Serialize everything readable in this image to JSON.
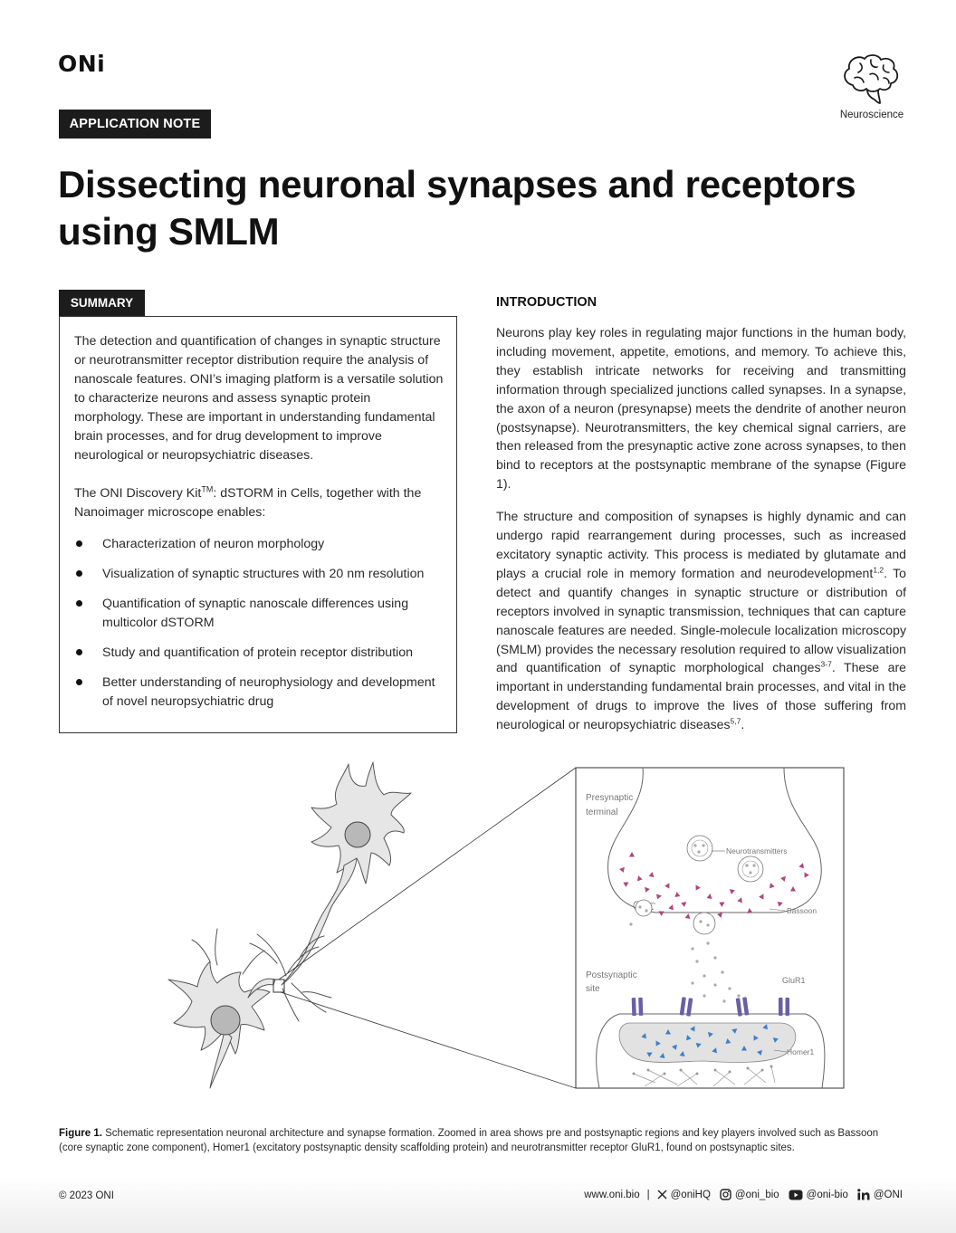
{
  "header": {
    "logo": "ONi",
    "category": "Neuroscience",
    "tag": "APPLICATION NOTE",
    "title": "Dissecting neuronal synapses and receptors using SMLM"
  },
  "summary": {
    "tag": "SUMMARY",
    "paragraph1": "The detection and quantification of changes in synaptic structure or neurotransmitter receptor distribution require the analysis of nanoscale features. ONI’s imaging platform is a versatile solution to characterize neurons and assess synaptic protein morphology. These are important in understanding fundamental brain processes, and for drug development to improve neurological or neuropsychiatric diseases.",
    "kit_intro_a": "The ONI Discovery Kit",
    "kit_intro_tm": "TM",
    "kit_intro_b": ": dSTORM in Cells, together with the Nanoimager microscope enables:",
    "bullets": [
      "Characterization of neuron morphology",
      "Visualization of synaptic structures with 20 nm resolution",
      "Quantification of synaptic nanoscale differences using multicolor dSTORM",
      "Study and quantification of protein receptor distribution",
      "Better understanding of neurophysiology and development of novel neuropsychiatric drug"
    ]
  },
  "introduction": {
    "heading": "INTRODUCTION",
    "p1": "Neurons play key roles in regulating major functions in the human body, including movement, appetite, emotions, and memory. To achieve this, they establish intricate networks for receiving and transmitting information through specialized junctions called synapses. In a synapse, the axon of a neuron (presynapse) meets the dendrite of another neuron (postsynapse). Neurotransmitters, the key chemical signal carriers, are then released from the presynaptic active zone across synapses, to then bind to receptors at the postsynaptic membrane of the synapse (Figure 1).",
    "p2a": "The structure and composition of synapses is highly dynamic and can undergo rapid rearrangement during processes, such as increased excitatory synaptic activity. This process is mediated by glutamate and plays a crucial role in memory formation and neurodevelopment",
    "p2a_sup": "1,2",
    "p2b": ". To detect and quantify changes in synaptic structure or distribution of receptors involved in synaptic transmission, techniques that can capture nanoscale features are needed. Single-molecule localization microscopy (SMLM) provides the necessary resolution required to allow visualization and quantification of synaptic morphological changes",
    "p2b_sup": "3-7",
    "p2c": ". These are important in understanding fundamental brain processes, and vital in the development of drugs to improve the lives of those suffering from neurological or neuropsychiatric diseases",
    "p2c_sup": "5,7",
    "p2d": "."
  },
  "figure": {
    "presynaptic_1": "Presynaptic",
    "presynaptic_2": "terminal",
    "neurotransmitters": "Neurotransmitters",
    "bassoon": "Bassoon",
    "postsynaptic_1": "Postsynaptic",
    "postsynaptic_2": "site",
    "glur1": "GluR1",
    "homer1": "Homer1",
    "colors": {
      "bassoon": "#b0457f",
      "homer1": "#3f7fc4",
      "glur1": "#6a5fa6"
    }
  },
  "caption": {
    "label": "Figure 1.",
    "text": " Schematic representation neuronal architecture and synapse formation. Zoomed in area shows pre and postsynaptic regions and key players involved such as Bassoon (core synaptic zone component), Homer1 (excitatory postsynaptic density scaffolding protein) and neurotransmitter receptor GluR1, found on postsynaptic sites."
  },
  "footer": {
    "copyright": "© 2023 ONI",
    "website": "www.oni.bio",
    "separator": "|",
    "x_handle": "@oniHQ",
    "instagram": "@oni_bio",
    "youtube": "@oni-bio",
    "linkedin": "@ONI",
    "icons": [
      "x-icon",
      "instagram-icon",
      "youtube-icon",
      "linkedin-icon"
    ]
  }
}
